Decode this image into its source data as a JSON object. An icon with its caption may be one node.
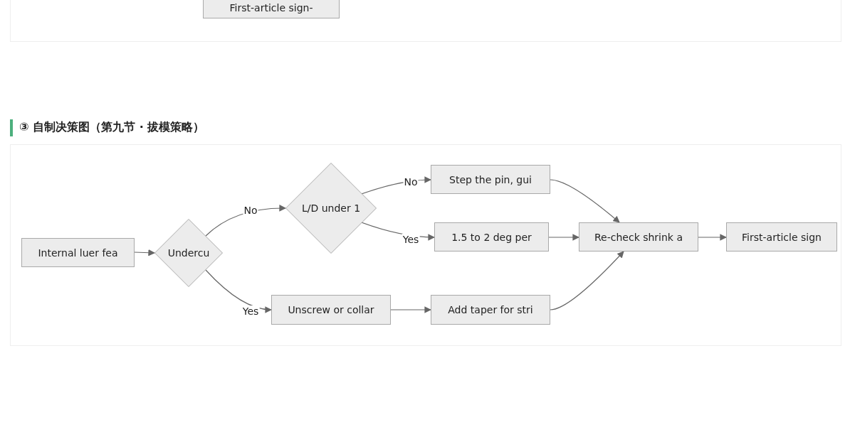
{
  "diagram": {
    "title": "③ 自制决策图（第九节 · 拔模策略）",
    "nodes": [
      {
        "text": [
          "First-article sign-"
        ]
      },
      {
        "text": [
          "Internal luer fea"
        ]
      },
      {
        "text": [
          "Undercu"
        ]
      },
      {
        "text": [
          "L/D under 1"
        ]
      },
      {
        "text": [
          "Step the pin, gui"
        ]
      },
      {
        "text": [
          "1.5 to 2 deg per"
        ]
      },
      {
        "text": [
          "Unscrew or collar"
        ]
      },
      {
        "text": [
          "Add taper for stri"
        ]
      },
      {
        "text": [
          "Re-check shrink a"
        ]
      },
      {
        "text": [
          "First-article sign"
        ]
      }
    ],
    "edges": [
      {
        "from": 1,
        "to": 2,
        "arrow": "to"
      },
      {
        "from": 2,
        "to": 3,
        "arrow": "to",
        "label": "No"
      },
      {
        "from": 2,
        "to": 6,
        "arrow": "to",
        "label": "Yes"
      },
      {
        "from": 3,
        "to": 4,
        "arrow": "to",
        "label": "No"
      },
      {
        "from": 3,
        "to": 5,
        "arrow": "to",
        "label": "Yes"
      },
      {
        "from": 4,
        "to": 8,
        "arrow": "to"
      },
      {
        "from": 5,
        "to": 8,
        "arrow": "to"
      },
      {
        "from": 6,
        "to": 7,
        "arrow": "to"
      },
      {
        "from": 7,
        "to": 8,
        "arrow": "to"
      },
      {
        "from": 8,
        "to": 9,
        "arrow": "to"
      }
    ]
  }
}
